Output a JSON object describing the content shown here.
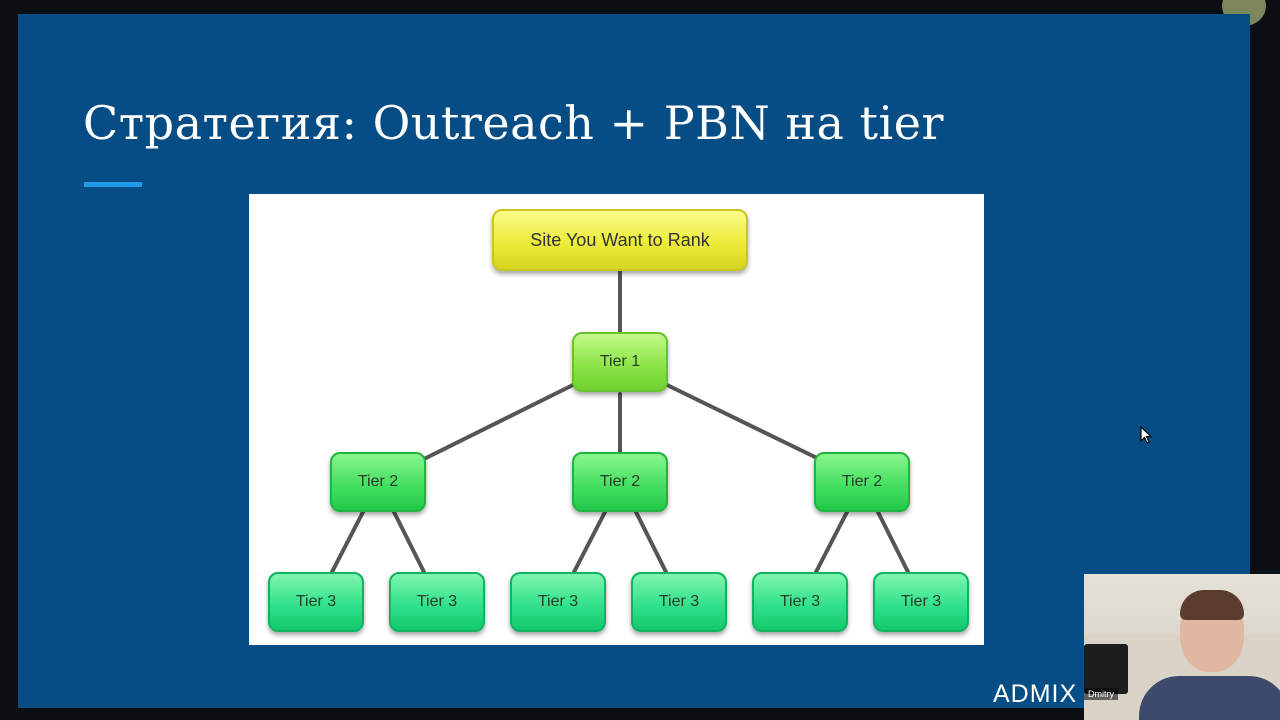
{
  "slide": {
    "title": "Стратегия: Outreach + PBN на tier",
    "brand": "ADMIX",
    "colors": {
      "background": "#054d84",
      "accent": "#1e9be8"
    }
  },
  "diagram": {
    "root": "Site You Want to Rank",
    "tier1": "Tier 1",
    "tier2": [
      "Tier 2",
      "Tier 2",
      "Tier 2"
    ],
    "tier3": [
      "Tier 3",
      "Tier 3",
      "Tier 3",
      "Tier 3",
      "Tier 3",
      "Tier 3"
    ],
    "colors": {
      "root": "#ecec3a",
      "tier1": "#8ee54a",
      "tier2": "#45e061",
      "tier3": "#31e28a"
    }
  },
  "webcam": {
    "name": "Dmitry"
  },
  "icons": [
    "cursor-icon"
  ]
}
